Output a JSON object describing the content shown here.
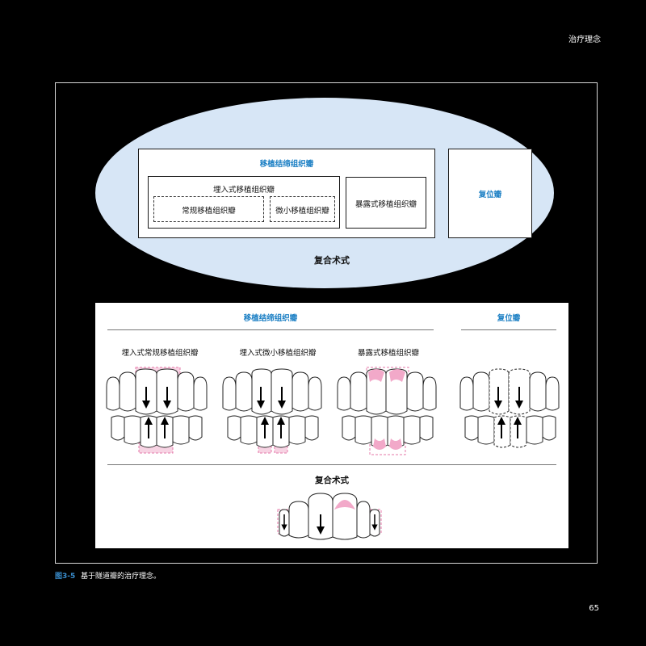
{
  "header": {
    "section_title": "治疗理念"
  },
  "top_diagram": {
    "transplant_group": "移植结缔组织瓣",
    "embedded_group": "埋入式移植组织瓣",
    "conventional": "常规移植组织瓣",
    "micro": "微小移植组织瓣",
    "exposed": "暴露式移植组织瓣",
    "reposition": "复位瓣",
    "combined": "复合术式"
  },
  "illustration": {
    "transplant_header": "移植结缔组织瓣",
    "reposition_header": "复位瓣",
    "embedded_conventional": "埋入式常规移植组织瓣",
    "embedded_micro": "埋入式微小移植组织瓣",
    "exposed": "暴露式移植组织瓣",
    "combined": "复合术式"
  },
  "caption": {
    "figure_number": "图3-5",
    "text": "基于隧道瓣的治疗理念。"
  },
  "page_number": "65",
  "colors": {
    "accent_blue": "#1b7fc4",
    "ellipse_fill": "#d7e6f6",
    "graft_pink": "#f2a9c9",
    "graft_outline": "#e47aa9"
  }
}
